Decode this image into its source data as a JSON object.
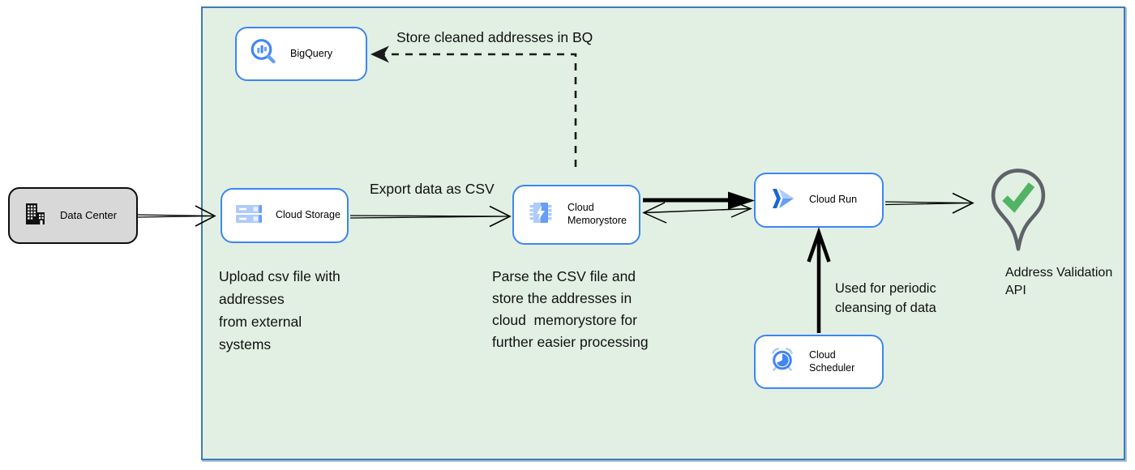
{
  "colors": {
    "container_fill": "#e2f0e4",
    "container_border": "#3f79b6",
    "node_border": "#3d85f4",
    "node_fill": "#ffffff",
    "external_node_fill": "#d8d8d8",
    "arrow": "#000000",
    "pin_outline": "#5f6368",
    "check_green": "#51b364",
    "gcp_blue": "#4285f4",
    "gcp_blue_mid": "#669df6",
    "gcp_blue_light": "#aecbfa"
  },
  "nodes": {
    "data_center": {
      "label": "Data Center"
    },
    "bigquery": {
      "label": "BigQuery"
    },
    "cloud_storage": {
      "label": "Cloud Storage"
    },
    "cloud_memorystore": {
      "label": "Cloud Memorystore"
    },
    "cloud_run": {
      "label": "Cloud Run"
    },
    "cloud_scheduler": {
      "label": "Cloud Scheduler"
    },
    "address_validation_api": {
      "label": "Address Validation API"
    }
  },
  "annotations": {
    "store_bq": "Store cleaned addresses in BQ",
    "export_csv": "Export data as CSV",
    "upload_note": "Upload csv file with\naddresses\nfrom external\nsystems",
    "parse_note": "Parse the CSV file and\nstore the addresses in\ncloud  memorystore for\nfurther easier processing",
    "periodic_note": "Used for periodic\ncleansing of data"
  }
}
